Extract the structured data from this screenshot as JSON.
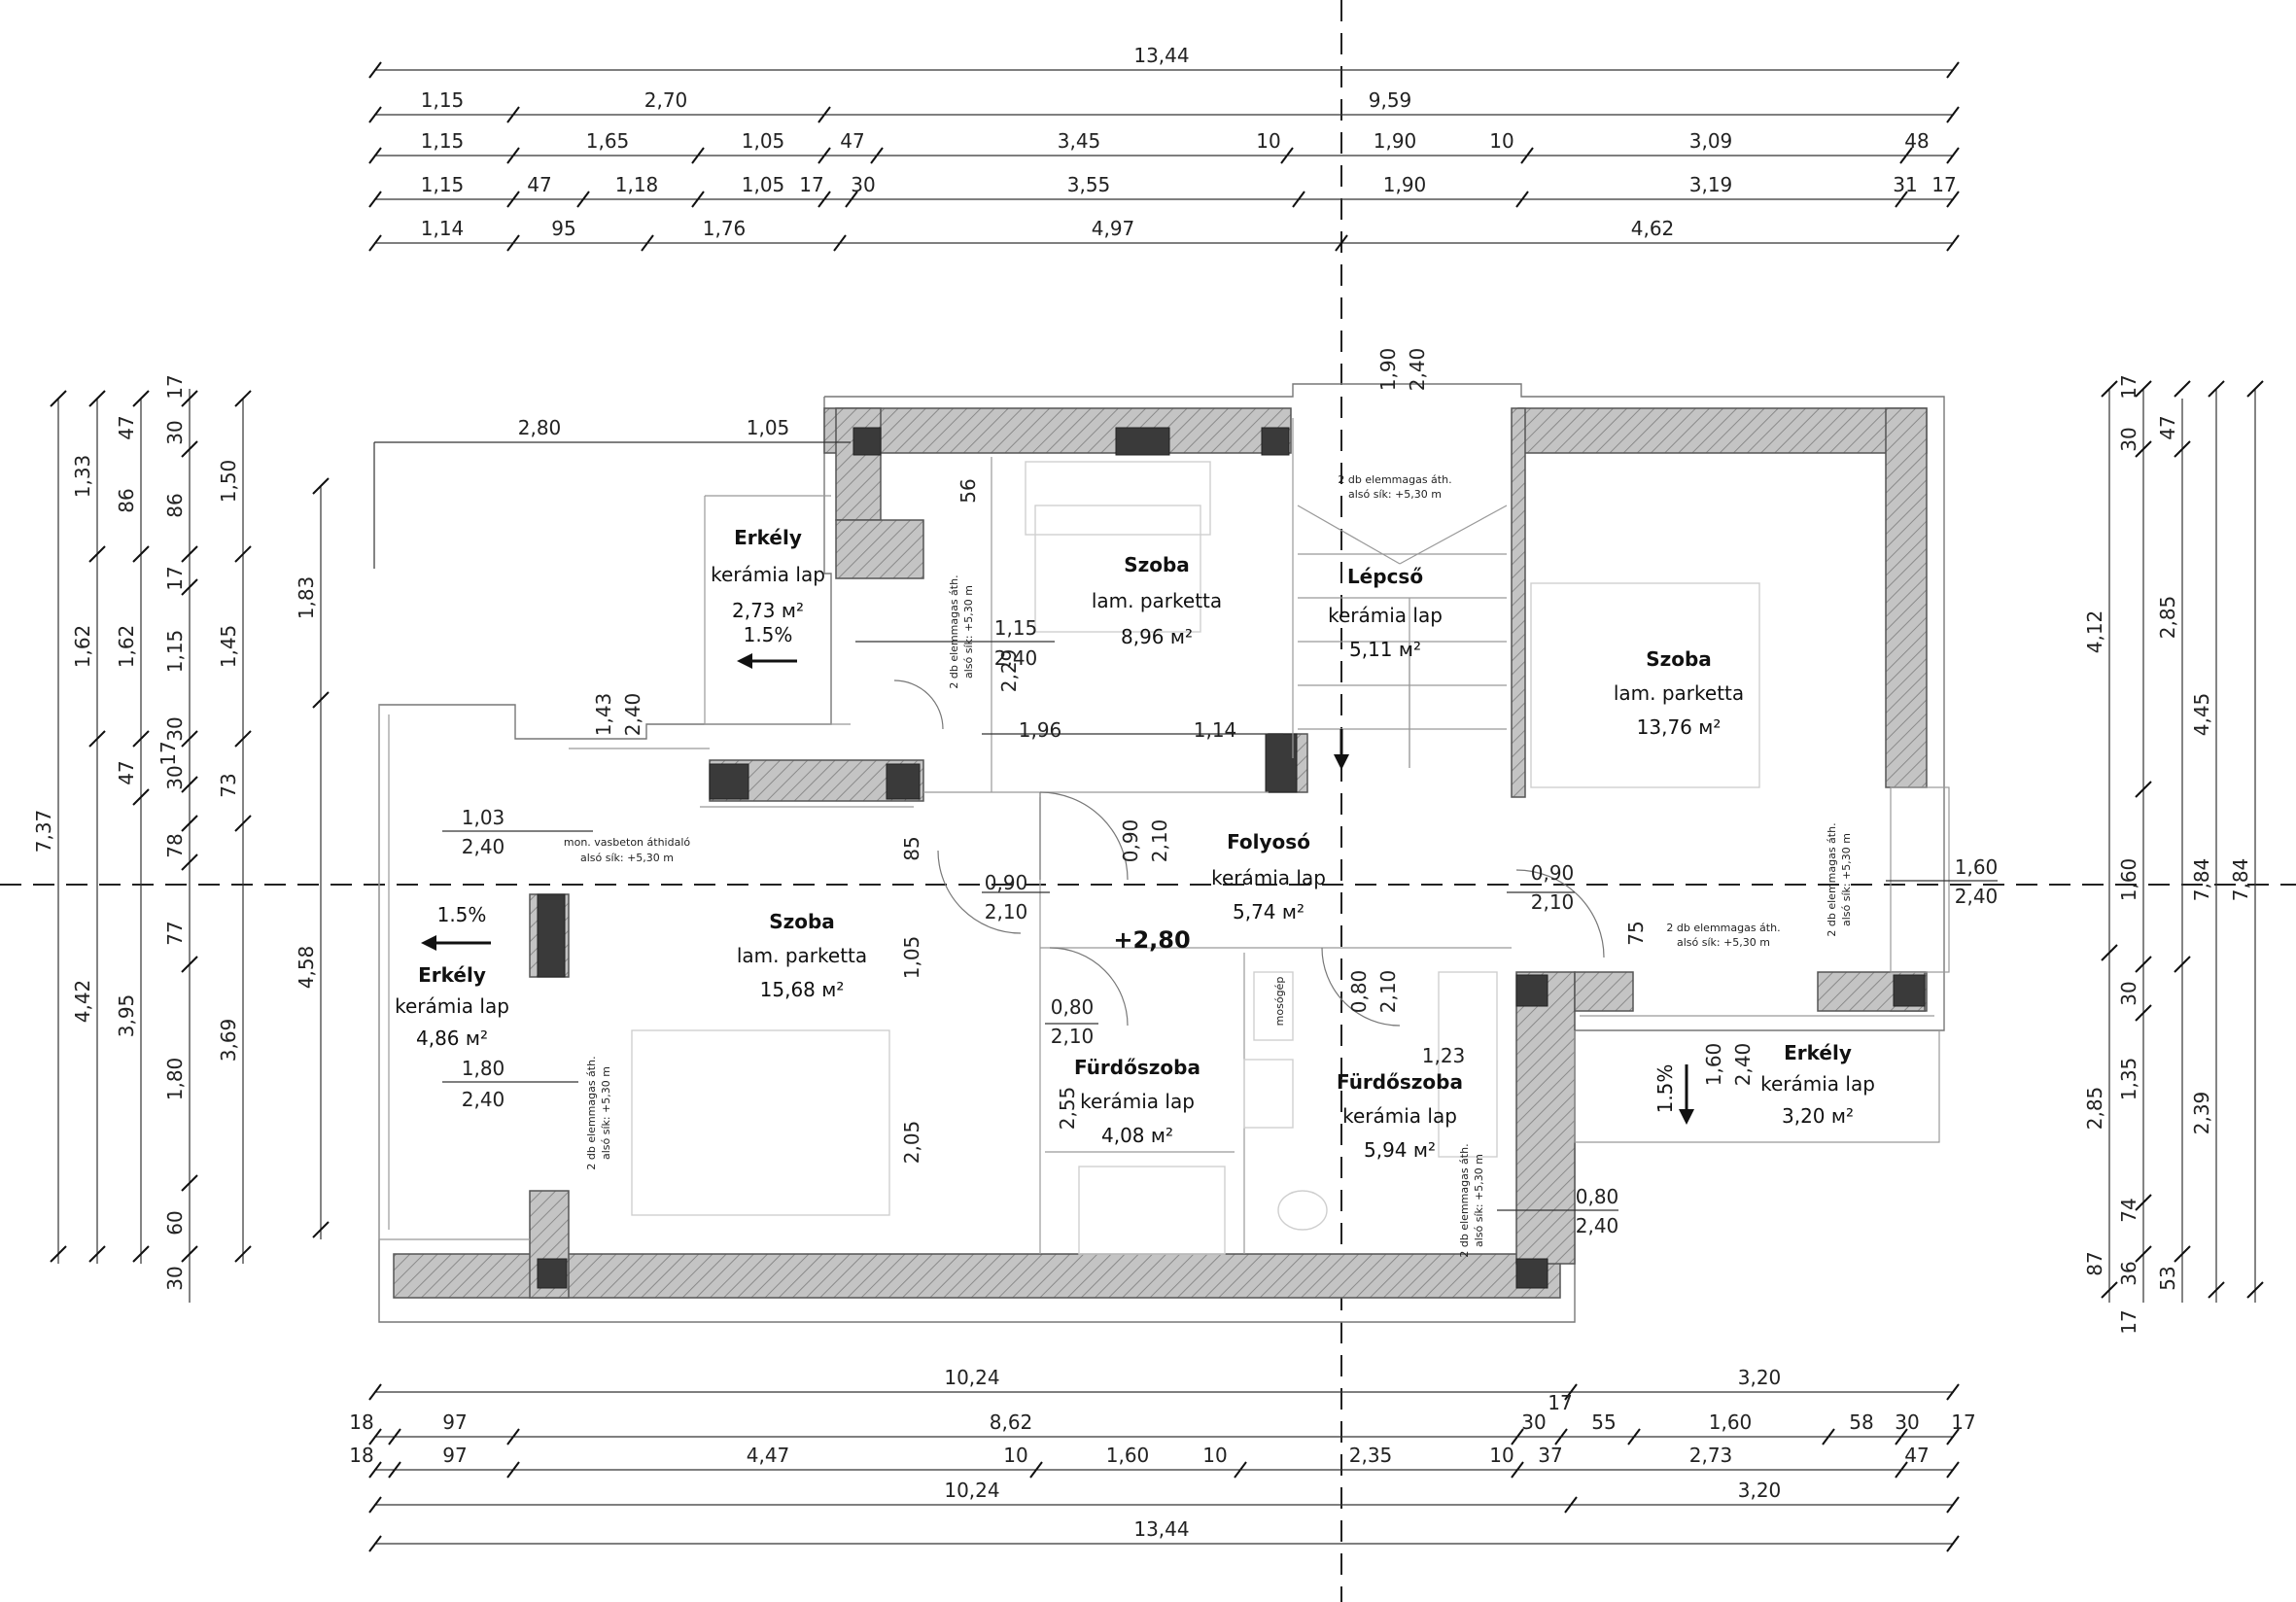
{
  "rooms": {
    "balcony_nw": {
      "name": "Erkély",
      "floor": "kerámia lap",
      "area": "2,73 м²",
      "slope": "1.5%"
    },
    "room_1": {
      "name": "Szoba",
      "floor": "lam. parketta",
      "area": "8,96 м²"
    },
    "stair": {
      "name": "Lépcső",
      "floor": "kerámia lap",
      "area": "5,11 м²"
    },
    "room_2": {
      "name": "Szoba",
      "floor": "lam. parketta",
      "area": "13,76 м²"
    },
    "corridor": {
      "name": "Folyosó",
      "floor": "kerámia lap",
      "area": "5,74 м²"
    },
    "room_3": {
      "name": "Szoba",
      "floor": "lam. parketta",
      "area": "15,68 м²"
    },
    "balcony_w": {
      "name": "Erkély",
      "floor": "kerámia lap",
      "area": "4,86 м²",
      "slope": "1.5%"
    },
    "bath_1": {
      "name": "Fürdőszoba",
      "floor": "kerámia lap",
      "area": "4,08 м²"
    },
    "bath_2": {
      "name": "Fürdőszoba",
      "floor": "kerámia lap",
      "area": "5,94 м²"
    },
    "balcony_se": {
      "name": "Erkély",
      "floor": "kerámia lap",
      "area": "3,20 м²",
      "slope": "1.5%"
    }
  },
  "level": "+2,80",
  "appliance": "mosógép",
  "notes": {
    "lintel_1": [
      "2 db elemmagas áth.",
      "alsó sík: +5,30 m"
    ],
    "lintel_2": [
      "2 db elemmagas áth.",
      "alsó sík: +5,30 m"
    ],
    "lintel_3": [
      "2 db elemmagas áth.",
      "alsó sík: +5,30 m"
    ],
    "lintel_4": [
      "2 db elemmagas áth.",
      "alsó sík: +5,30 m"
    ],
    "lintel_5": [
      "2 db elemmagas áth.",
      "alsó sík: +5,30 m"
    ],
    "lintel_6": [
      "2 db elemmagas áth.",
      "alsó sík: +5,30 m"
    ],
    "concrete": [
      "mon. vasbeton áthidaló",
      "alsó sík: +5,30 m"
    ]
  },
  "openings": {
    "o1": [
      "1,15",
      "2,40"
    ],
    "o2": [
      "1,03",
      "2,40"
    ],
    "o3": [
      "1,80",
      "2,40"
    ],
    "o4": [
      "0,90",
      "2,10"
    ],
    "o5": [
      "0,90",
      "2,10"
    ],
    "o6": [
      "0,90",
      "2,10"
    ],
    "o7": [
      "0,80",
      "2,10"
    ],
    "o8": [
      "0,80",
      "2,10"
    ],
    "o9": [
      "1,60",
      "2,40"
    ],
    "o10": [
      "1,60",
      "2,40"
    ],
    "o11": [
      "0,80",
      "2,40"
    ],
    "o12": [
      "1,90",
      "2,40"
    ],
    "o13": [
      "1,43",
      "2,40"
    ]
  },
  "dims_top": {
    "row1": [
      "13,44"
    ],
    "row2": [
      "1,15",
      "2,70",
      "9,59"
    ],
    "row3": [
      "1,15",
      "1,65",
      "1,05",
      "47",
      "3,45",
      "10",
      "1,90",
      "10",
      "3,09",
      "48"
    ],
    "row4": [
      "1,15",
      "47",
      "1,18",
      "1,05",
      "17",
      "30",
      "3,55",
      "1,90",
      "3,19",
      "31",
      "17"
    ],
    "row5": [
      "1,14",
      "95",
      "1,76",
      "4,97",
      "4,62"
    ]
  },
  "dims_bottom": {
    "row1": [
      "10,24",
      "3,20"
    ],
    "row2": [
      "18",
      "97",
      "8,62",
      "17",
      "30",
      "55",
      "1,60",
      "58",
      "30",
      "17"
    ],
    "row3": [
      "18",
      "97",
      "4,47",
      "10",
      "1,60",
      "10",
      "2,35",
      "10",
      "37",
      "2,73",
      "47"
    ],
    "row4": [
      "10,24",
      "3,20"
    ],
    "row5": [
      "13,44"
    ]
  },
  "dims_left": {
    "col1": [
      "7,37"
    ],
    "col2": [
      "1,33",
      "1,62",
      "4,42"
    ],
    "col3": [
      "47",
      "86",
      "1,62",
      "47",
      "3,95"
    ],
    "col4": [
      "17",
      "30",
      "86",
      "17",
      "1,15",
      "30",
      "17",
      "30",
      "78",
      "77",
      "1,80",
      "60",
      "30"
    ],
    "col5": [
      "1,50",
      "1,45",
      "73",
      "3,69"
    ],
    "col6": [
      "1,83",
      "4,58"
    ]
  },
  "dims_right": {
    "col1": [
      "4,12",
      "2,85",
      "87"
    ],
    "col2": [
      "17",
      "30",
      "1,60",
      "30",
      "1,35",
      "74",
      "36",
      "17"
    ],
    "col3": [
      "47",
      "2,85",
      "4,45",
      "2,39",
      "53"
    ],
    "col4": [
      "7,84"
    ],
    "col5": [
      "7,84"
    ]
  },
  "dims_inner": [
    "2,80",
    "1,05",
    "56",
    "1,96",
    "1,14",
    "85",
    "1,05",
    "2,05",
    "2,55",
    "1,23",
    "75",
    "2,29"
  ]
}
